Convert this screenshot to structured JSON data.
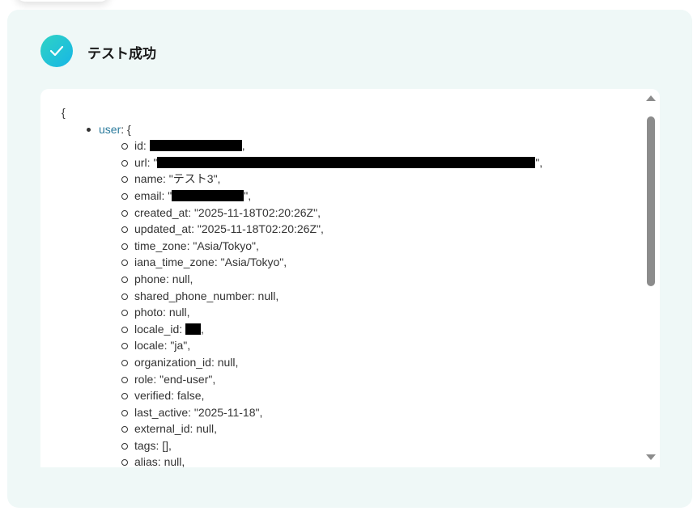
{
  "header": {
    "title": "テスト成功",
    "status_icon": "check-circle-icon",
    "accent": "#1fc4d8"
  },
  "json": {
    "open": "{",
    "root_key": "user",
    "root_suffix": ": {",
    "fields": [
      {
        "key": "id",
        "pre": ": ",
        "post": ","
      },
      {
        "key": "url",
        "pre": ": \"",
        "post": "\","
      },
      {
        "key": "name",
        "text": ": \"テスト3\","
      },
      {
        "key": "email",
        "pre": ": \"",
        "post": "\","
      },
      {
        "key": "created_at",
        "text": ": \"2025-11-18T02:20:26Z\","
      },
      {
        "key": "updated_at",
        "text": ": \"2025-11-18T02:20:26Z\","
      },
      {
        "key": "time_zone",
        "text": ": \"Asia/Tokyo\","
      },
      {
        "key": "iana_time_zone",
        "text": ": \"Asia/Tokyo\","
      },
      {
        "key": "phone",
        "text": ": null,"
      },
      {
        "key": "shared_phone_number",
        "text": ": null,"
      },
      {
        "key": "photo",
        "text": ": null,"
      },
      {
        "key": "locale_id",
        "pre": ": ",
        "post": ","
      },
      {
        "key": "locale",
        "text": ": \"ja\","
      },
      {
        "key": "organization_id",
        "text": ": null,"
      },
      {
        "key": "role",
        "text": ": \"end-user\","
      },
      {
        "key": "verified",
        "text": ": false,"
      },
      {
        "key": "last_active",
        "text": ": \"2025-11-18\","
      },
      {
        "key": "external_id",
        "text": ": null,"
      },
      {
        "key": "tags",
        "text": ": [],"
      },
      {
        "key": "alias",
        "text": ": null,"
      }
    ]
  }
}
